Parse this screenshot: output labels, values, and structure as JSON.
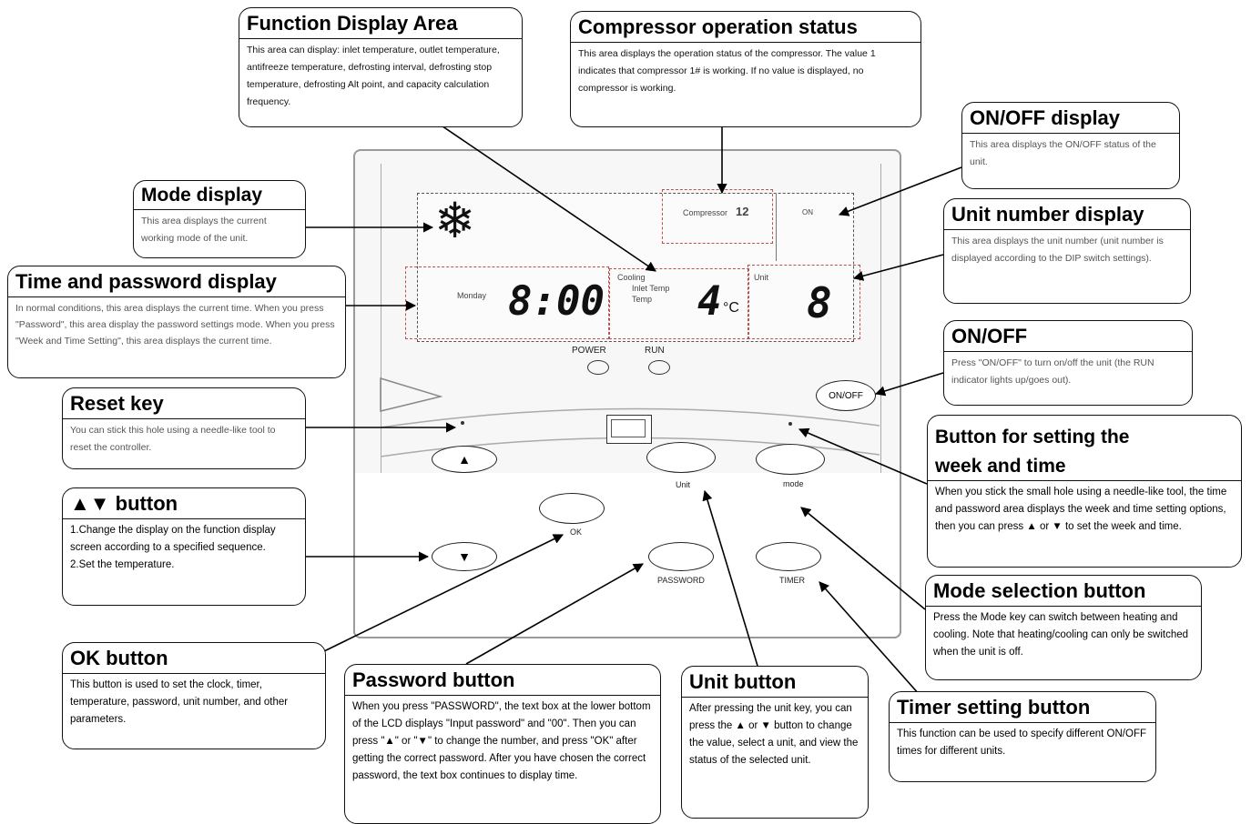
{
  "callouts": {
    "function_display": {
      "title": "Function Display Area",
      "body": "This area can display: inlet temperature, outlet temperature, antifreeze temperature, defrosting interval, defrosting stop temperature, defrosting Alt point, and capacity calculation frequency."
    },
    "compressor": {
      "title": "Compressor operation status",
      "body": "This area displays the operation status of the compressor. The value 1 indicates that compressor 1# is working. If no value is displayed, no compressor is working."
    },
    "onoff_display": {
      "title": "ON/OFF display",
      "body": "This area displays the ON/OFF status of the unit."
    },
    "mode_display": {
      "title": "Mode display",
      "body": "This area displays the current working mode of the unit."
    },
    "unit_number": {
      "title": "Unit number display",
      "body": "This area displays the unit number (unit number is displayed according to the DIP switch settings)."
    },
    "time_password": {
      "title": "Time and password display",
      "body": "In normal conditions, this area displays the current time. When you press \"Password\", this area display the password settings mode. When you press \"Week and Time Setting\", this area displays the current time."
    },
    "onoff": {
      "title": "ON/OFF",
      "body": "Press \"ON/OFF\" to turn on/off the unit (the RUN indicator lights up/goes out)."
    },
    "reset": {
      "title": "Reset key",
      "body": "You can stick this hole using a needle-like tool to reset the controller."
    },
    "week_time": {
      "title_line1": "Button for setting the",
      "title_line2": "week and time",
      "body": "When you stick the small hole using a needle-like tool, the time and password area displays the week and time setting options, then you can press ▲ or ▼ to set the week and time."
    },
    "updown": {
      "title": "▲▼ button",
      "body_lines": [
        "1.Change the display on the function display screen according to a specified sequence.",
        "2.Set the temperature."
      ]
    },
    "mode_selection": {
      "title": "Mode selection button",
      "body": "Press the Mode key can switch between heating and cooling. Note that heating/cooling can only be switched when the unit is off."
    },
    "ok": {
      "title": "OK button",
      "body": "This button is used to set the clock, timer, temperature, password, unit number, and other parameters."
    },
    "password": {
      "title": "Password button",
      "body": "When you press \"PASSWORD\", the text box at the lower bottom of the LCD displays \"Input password\" and \"00\". Then you can press \"▲\" or \"▼\" to change the number, and press \"OK\" after getting the correct password. After you have chosen the correct password, the text box continues to display time."
    },
    "unit": {
      "title": "Unit button",
      "body": "After pressing the unit key, you can press the ▲ or ▼ button to change the value, select a unit, and view the status of the selected unit."
    },
    "timer": {
      "title": "Timer setting button",
      "body": "This function can be used to specify different ON/OFF times for different units."
    }
  },
  "panel": {
    "lcd": {
      "compressor_text": "Compressor",
      "compressor_value": "12",
      "on_text": "ON",
      "mode_label": "Monday",
      "time_value": "8:00",
      "function_labels": [
        "Cooling",
        "Inlet Temp",
        "Temp"
      ],
      "temp_value": "4",
      "temp_unit": "°C",
      "unit_label": "Unit",
      "unit_value": "8",
      "snowflake": "❄"
    },
    "power_label": "POWER",
    "run_label": "RUN",
    "onoff_button": "ON/OFF",
    "up_symbol": "▲",
    "down_symbol": "▼",
    "unit_label": "Unit",
    "mode_label": "mode",
    "ok_label": "OK",
    "password_label": "PASSWORD",
    "timer_label": "TIMER"
  }
}
